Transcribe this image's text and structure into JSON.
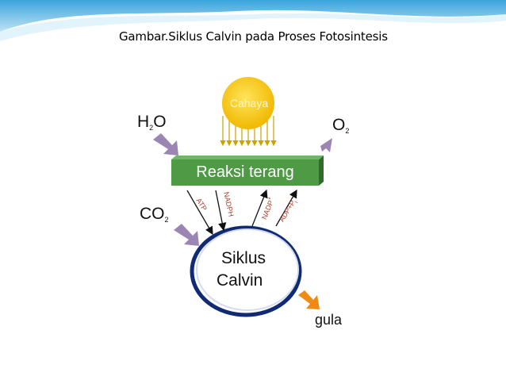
{
  "caption": "Gambar.Siklus Calvin pada Proses Fotosintesis",
  "sun_label": "Cahaya",
  "h2o": {
    "h": "H",
    "sub": "2",
    "o": "O"
  },
  "o2": {
    "o": "O",
    "sub": "2"
  },
  "co2": {
    "co": "CO",
    "sub": "2"
  },
  "reaksi_terang": "Reaksi terang",
  "calvin": {
    "line1": "Siklus",
    "line2": "Calvin"
  },
  "gula": "gula",
  "arrow_labels": {
    "atp": "ATP",
    "nadph": "NADPH",
    "nadp": "NADP",
    "nadp_sup": "+",
    "adp": "ADP+P",
    "adp_sub": "i"
  },
  "colors": {
    "header_blue": "#5fb7e3",
    "green_box": "#4f9a45",
    "sun": "#f5c400",
    "thick_arrow": "#9b86b3",
    "orange_arrow": "#f08a12",
    "calvin_ring": "#102a73"
  }
}
